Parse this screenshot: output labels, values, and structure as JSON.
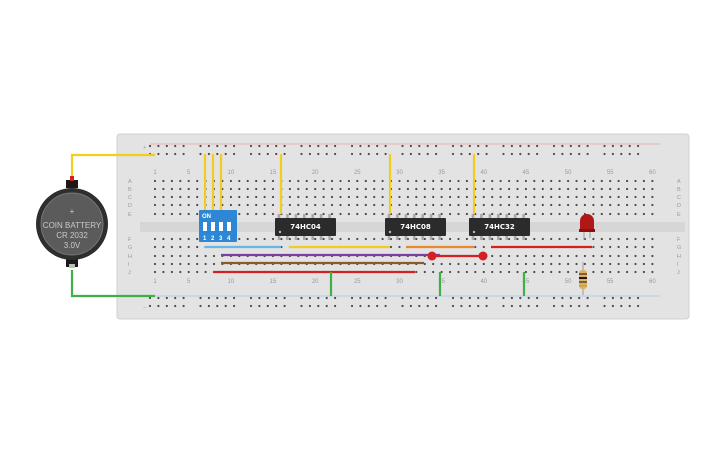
{
  "breadboard": {
    "column_numbers": [
      "1",
      "5",
      "10",
      "15",
      "20",
      "25",
      "30",
      "35",
      "40",
      "45",
      "50",
      "55",
      "60"
    ],
    "row_letters_top": [
      "A",
      "B",
      "C",
      "D",
      "E"
    ],
    "row_letters_bottom": [
      "F",
      "G",
      "H",
      "I",
      "J"
    ],
    "rail_plus": "+",
    "rail_minus": "−"
  },
  "battery": {
    "line1": "COIN BATTERY",
    "line2": "CR 2032",
    "line3": "3.0V",
    "plus": "+"
  },
  "dip_switch": {
    "label": "ON",
    "positions": [
      "1",
      "2",
      "3",
      "4"
    ]
  },
  "chips": [
    {
      "label": "74HC04"
    },
    {
      "label": "74HC08"
    },
    {
      "label": "74HC32"
    }
  ],
  "colors": {
    "board": "#e3e3e3",
    "wire_yellow": "#f2cd1f",
    "wire_green": "#3fb043",
    "wire_red": "#d42020",
    "wire_purple": "#7a3fa0",
    "wire_brown": "#8a5a2b",
    "wire_blue": "#66b7e8",
    "wire_orange": "#e8892b",
    "dip_blue": "#2d87d4",
    "chip": "#2b2b2b",
    "led": "#b01818"
  }
}
